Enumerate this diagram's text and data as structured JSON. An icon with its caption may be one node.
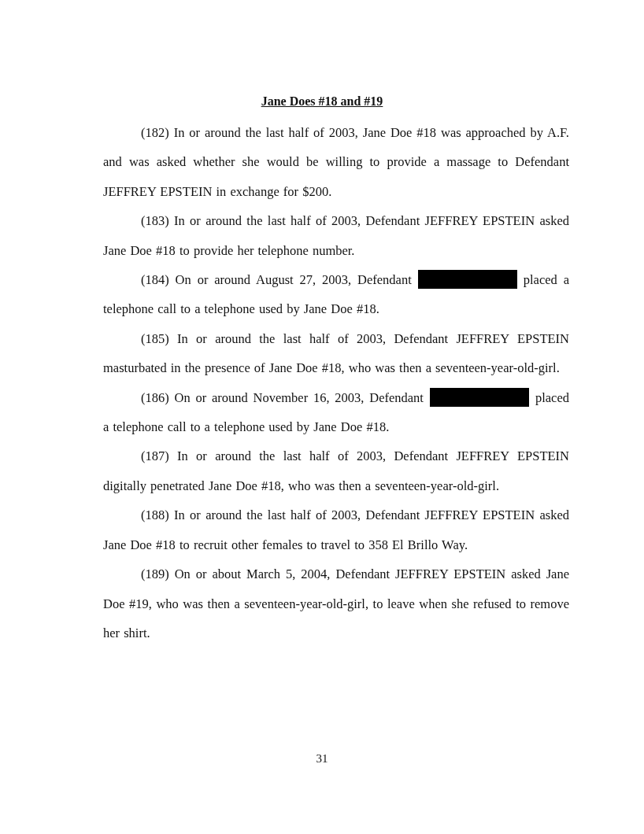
{
  "diagram": {
    "title": "Jane Does #18 and #19",
    "labels": [
      "(182) In or around the last half of 2003, Jane Doe #18 was approached by A.F. and was asked whether she would be willing to provide a massage to Defendant JEFFREY EPSTEIN in exchange for $200.",
      "(183) In or around the last half of 2003, Defendant JEFFREY EPSTEIN asked Jane Doe #18 to provide her telephone number.",
      "(184) On or around August 27, 2003, Defendant",
      "placed a telephone call to a telephone used by Jane Doe #18.",
      "(185) In or around the last half of 2003, Defendant JEFFREY EPSTEIN masturbated in the presence of Jane Doe #18, who was then a seventeen-year-old-girl.",
      "(186) On or around November 16, 2003, Defendant",
      "placed a telephone call to a telephone used by Jane Doe #18.",
      "(187) In or around the last half of 2003, Defendant JEFFREY EPSTEIN digitally penetrated Jane Doe #18, who was then a seventeen-year-old-girl.",
      "(188) In or around the last half of 2003, Defendant JEFFREY EPSTEIN asked Jane Doe #18 to recruit other females to travel to 358 El Brillo Way.",
      "(189) On or about March 5, 2004, Defendant JEFFREY EPSTEIN asked Jane Doe #19, who was then a seventeen-year-old-girl, to leave when she refused to remove her shirt.",
      "31"
    ]
  }
}
